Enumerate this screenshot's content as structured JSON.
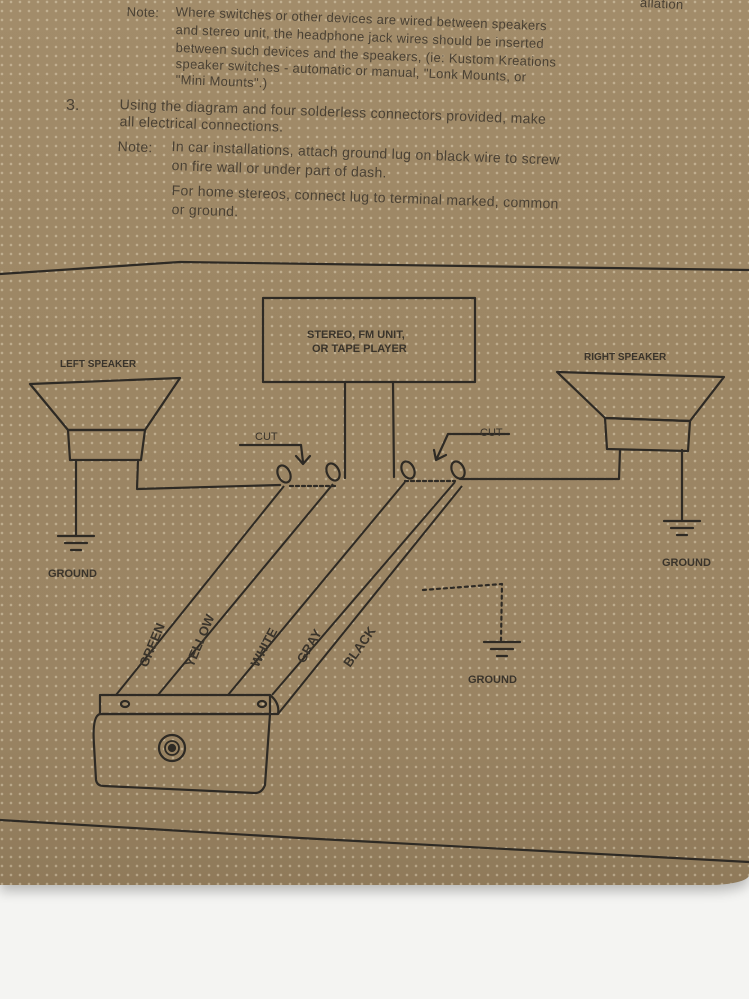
{
  "instructions": {
    "corner_fragment": "allation",
    "note1": {
      "label": "Note:",
      "lines": [
        "Where switches or other devices are wired between speakers",
        "and stereo unit, the headphone jack wires should be inserted",
        "between such devices and the speakers, (ie: Kustom Kreations",
        "speaker switches - automatic or manual, \"Lonk Mounts, or",
        "\"Mini Mounts\".)"
      ]
    },
    "step3": {
      "number": "3.",
      "lines": [
        "Using the diagram and four solderless connectors provided, make",
        "all electrical connections."
      ]
    },
    "note2": {
      "label": "Note:",
      "lines": [
        "In car installations, attach ground lug on black wire to screw",
        "on fire wall or under part of dash."
      ]
    },
    "note3": {
      "lines": [
        "For home stereos, connect lug to terminal marked, common",
        "or ground."
      ]
    }
  },
  "diagram": {
    "stereo_box": [
      "STEREO, FM UNIT,",
      "OR TAPE PLAYER"
    ],
    "left_speaker": "LEFT SPEAKER",
    "right_speaker": "RIGHT SPEAKER",
    "cut_left": "CUT",
    "cut_right": "CUT",
    "ground_left": "GROUND",
    "ground_right": "GROUND",
    "ground_center": "GROUND",
    "wires": [
      "GREEN",
      "YELLOW",
      "WHITE",
      "GRAY",
      "BLACK"
    ]
  }
}
